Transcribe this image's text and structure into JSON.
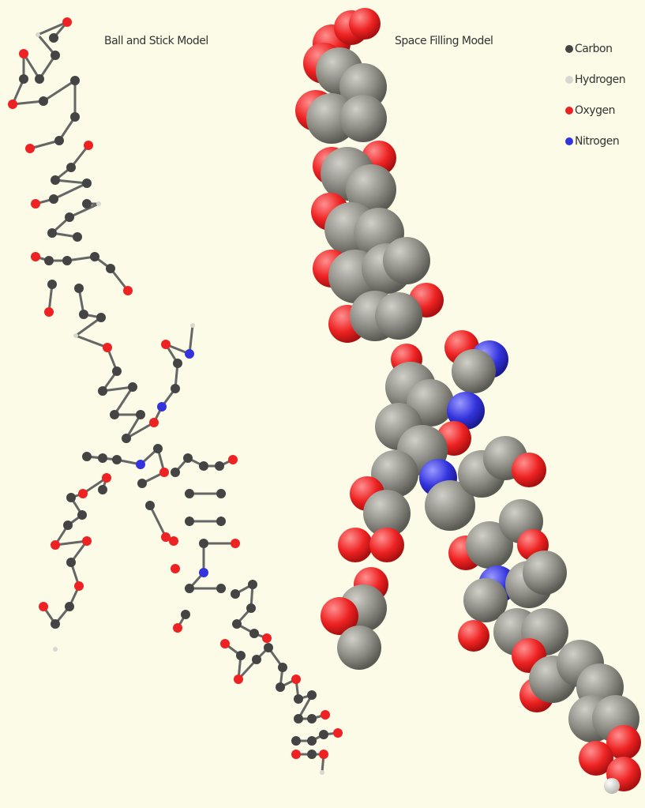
{
  "labels": {
    "ball_and_stick": "Ball and Stick Model",
    "space_filling": "Space Filling Model"
  },
  "legend": [
    {
      "name": "Carbon",
      "color": "#444444"
    },
    {
      "name": "Hydrogen",
      "color": "#d8d8d0"
    },
    {
      "name": "Oxygen",
      "color": "#ee2222"
    },
    {
      "name": "Nitrogen",
      "color": "#3333dd"
    }
  ],
  "colors": {
    "background": "#fbfbe8",
    "bond": "#666666",
    "carbon_space": "#8c8c84",
    "carbon_highlight": "#c4c4bc"
  }
}
